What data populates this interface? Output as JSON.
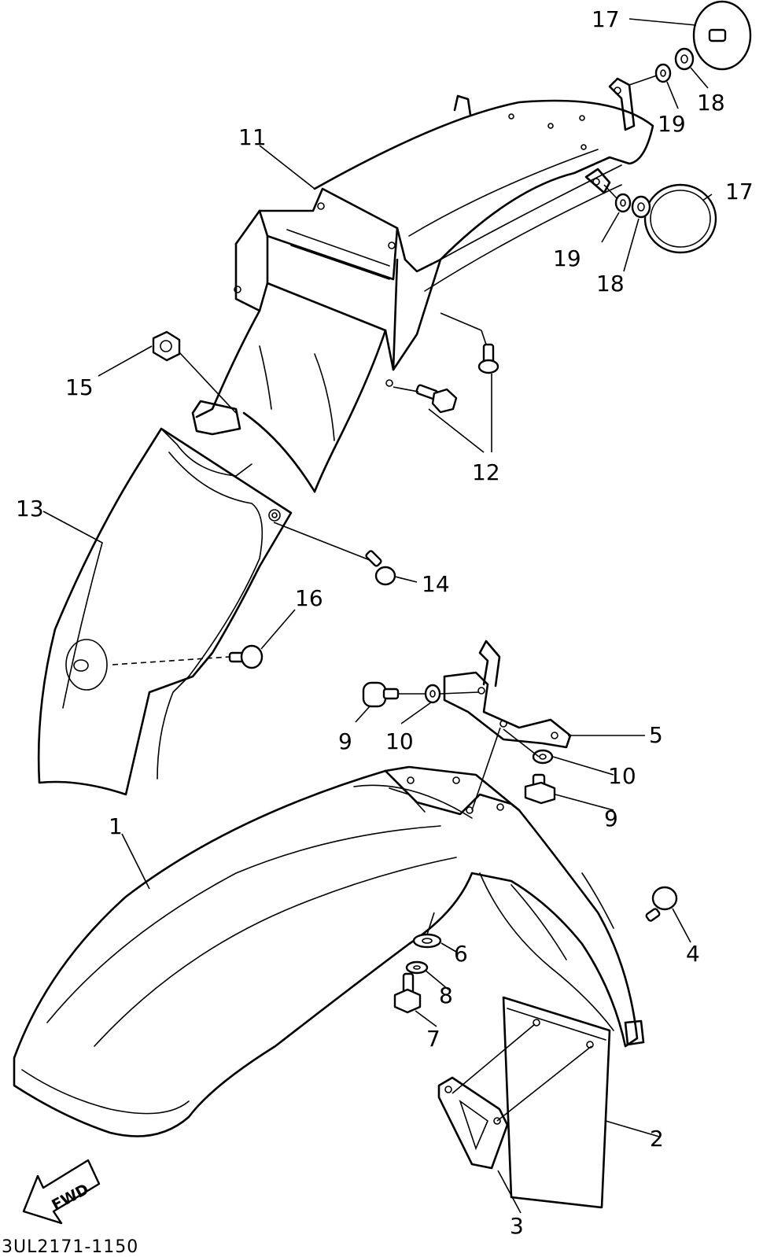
{
  "diagram": {
    "part_labels": {
      "p1": "1",
      "p2": "2",
      "p3": "3",
      "p4": "4",
      "p5": "5",
      "p6": "6",
      "p7": "7",
      "p8": "8",
      "p9a": "9",
      "p9b": "9",
      "p10a": "10",
      "p10b": "10",
      "p11": "11",
      "p12": "12",
      "p13": "13",
      "p14": "14",
      "p15": "15",
      "p16": "16",
      "p17a": "17",
      "p17b": "17",
      "p18a": "18",
      "p18b": "18",
      "p19a": "19",
      "p19b": "19"
    },
    "direction_label": "FWD",
    "drawing_code": "3UL2171-1150"
  }
}
